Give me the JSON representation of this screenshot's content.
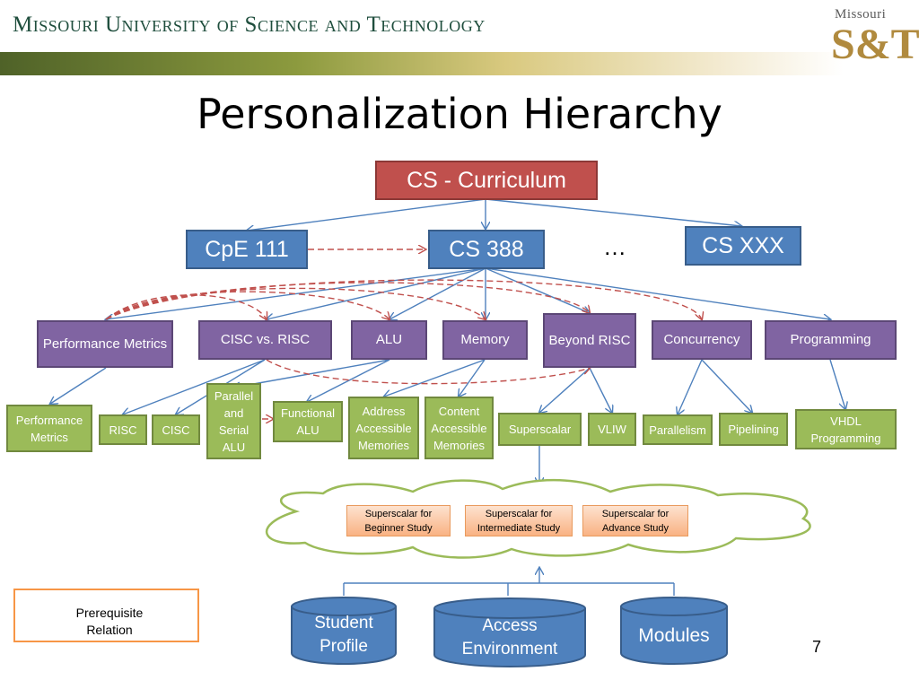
{
  "header": {
    "university": "Missouri University of Science and Technology",
    "logo_top": "Missouri",
    "logo_main": "S&T"
  },
  "slide": {
    "title": "Personalization Hierarchy",
    "page_number": "7"
  },
  "root": "CS - Curriculum",
  "courses": [
    "CpE 111",
    "CS 388",
    "CS  XXX"
  ],
  "ellipsis": "…",
  "topics": [
    "Performance Metrics",
    "CISC vs. RISC",
    "ALU",
    "Memory",
    "Beyond RISC",
    "Concurrency",
    "Programming"
  ],
  "subtopics": [
    "Performance Metrics",
    "RISC",
    "CISC",
    "Parallel and Serial ALU",
    "Functional ALU",
    "Address Accessible Memories",
    "Content Accessible Memories",
    "Superscalar",
    "VLIW",
    "Parallelism",
    "Pipelining",
    "VHDL Programming"
  ],
  "study_levels": [
    "Superscalar for Beginner Study",
    "Superscalar for Intermediate Study",
    "Superscalar for Advance Study"
  ],
  "databases": [
    "Student Profile",
    "Access Environment",
    "Modules"
  ],
  "legend": {
    "label": "Prerequisite Relation"
  },
  "colors": {
    "root": "#c0504d",
    "course": "#4f81bd",
    "topic": "#8064a2",
    "subtopic": "#9bbb59",
    "study": "#fbc09a",
    "edge": "#4f81bd",
    "prerequisite": "#c0504d",
    "cloud_border": "#9bbb59"
  }
}
